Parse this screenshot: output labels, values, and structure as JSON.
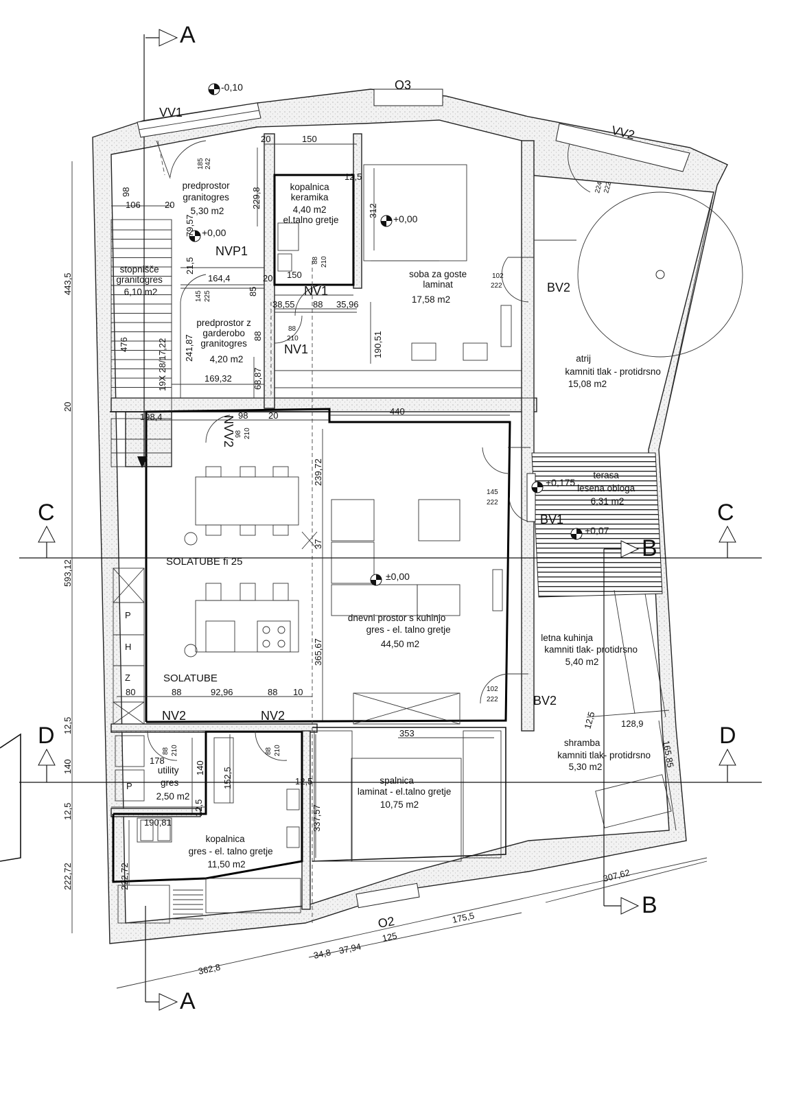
{
  "section_markers": {
    "a_top": "A",
    "a_bottom": "A",
    "b_mid": "B",
    "b_bottom": "B",
    "c_left": "C",
    "c_right": "C",
    "d_left": "D",
    "d_right": "D"
  },
  "openings": {
    "vv1": "VV1",
    "o3": "O3",
    "vv2": "VV2",
    "nvp1": "NVP1",
    "nv1_a": "NV1",
    "nv1_b": "NV1",
    "nvv2": "NVV2",
    "bv2_a": "BV2",
    "bv1": "BV1",
    "bv2_b": "BV2",
    "nv2_a": "NV2",
    "nv2_b": "NV2",
    "o2": "O2"
  },
  "levels": {
    "l_top": "-0,10",
    "l_entry": "+0,00",
    "l_guest": "+0,00",
    "l_terrace": "+0,175",
    "l_terrace2": "+0,07",
    "l_living": "±0,00"
  },
  "rooms": {
    "predprostor1": [
      "predprostor",
      "granitogres",
      "5,30 m2"
    ],
    "kopalnica1": [
      "kopalnica",
      "keramika",
      "4,40 m2",
      "el.talno gretje"
    ],
    "soba": [
      "soba za goste",
      "laminat",
      "17,58 m2"
    ],
    "stopnisce": [
      "stopnišče",
      "granitogres",
      "6,10 m2"
    ],
    "predprostor2": [
      "predprostor z",
      "garderobo",
      "granitogres",
      "4,20 m2"
    ],
    "atrij": [
      "atrij",
      "kamniti tlak - protidrsno",
      "15,08 m2"
    ],
    "terasa": [
      "terasa",
      "lesena obloga",
      "6,31 m2"
    ],
    "dnevni": [
      "dnevni prostor s kuhinjo",
      "gres - el. talno gretje",
      "44,50 m2"
    ],
    "letna": [
      "letna kuhinja",
      "kamniti tlak- protidrsno",
      "5,40 m2"
    ],
    "shramba": [
      "shramba",
      "kamniti tlak- protidrsno",
      "5,30 m2"
    ],
    "utility": [
      "utility",
      "gres",
      "2,50 m2"
    ],
    "spalnica": [
      "spalnica",
      "laminat - el.talno gretje",
      "10,75 m2"
    ],
    "kopalnica2": [
      "kopalnica",
      "gres - el. talno gretje",
      "11,50 m2"
    ]
  },
  "labels": {
    "solatube1": "SOLATUBE  fi 25",
    "solatube2": "SOLATUBE",
    "stair": "19X 28/17,22",
    "p1": "P",
    "h": "H",
    "z": "Z",
    "p2": "P"
  },
  "dimensions": {
    "d150a": "150",
    "d20a": "20",
    "d12_5a": "12,5",
    "d229_8": "229,8",
    "d312": "312",
    "d98": "98",
    "d106": "106",
    "d20b": "20",
    "d79_57": "79,57",
    "d21_5": "21,5",
    "d164_4": "164,4",
    "d20c": "20",
    "d150b": "150",
    "d85": "85",
    "d38_55": "38,55",
    "d88a": "88",
    "d35_96": "35,96",
    "d190_51": "190,51",
    "d443_5": "443,5",
    "d476": "476",
    "d241_87": "241,87",
    "d88b": "88",
    "d68_87": "68,87",
    "d169_32": "169,32",
    "d20d": "20",
    "d198_4": "198,4",
    "d98b": "98",
    "d20e": "20",
    "d440": "440",
    "d239_72": "239,72",
    "d37": "37",
    "d593_12": "593,12",
    "d365_67": "365,67",
    "d80": "80",
    "d88c": "88",
    "d92_96": "92,96",
    "d88d": "88",
    "d10": "10",
    "d353": "353",
    "d12_5b": "12,5",
    "d140a": "140",
    "d178": "178",
    "d140b": "140",
    "d152_5": "152,5",
    "d12_5c": "12,5",
    "d12_5d": "12,5",
    "d190_81": "190,81",
    "d12_5e": "12,5",
    "d337_57": "337,57",
    "d222_72a": "222,72",
    "d222_72b": "222,72",
    "d128_9": "128,9",
    "d12_5f": "12,5",
    "d165_85": "165,85",
    "d307_62": "307,62",
    "d175_5": "175,5",
    "d125": "125",
    "d34_8": "34,8",
    "d37_94": "37,94",
    "d362_8": "362,8",
    "door_185": "185",
    "door_242": "242",
    "door_224": "224",
    "door_222": "222",
    "door_88a": "88",
    "door_210a": "210",
    "door_102a": "102",
    "door_222a": "222",
    "door_145a": "145",
    "door_225": "225",
    "door_88b": "88",
    "door_210b": "210",
    "door_98": "98",
    "door_210c": "210",
    "door_145b": "145",
    "door_222b": "222",
    "door_102b": "102",
    "door_222c": "222",
    "door_88c": "88",
    "door_210d": "210",
    "door_88d": "88",
    "door_210e": "210"
  }
}
